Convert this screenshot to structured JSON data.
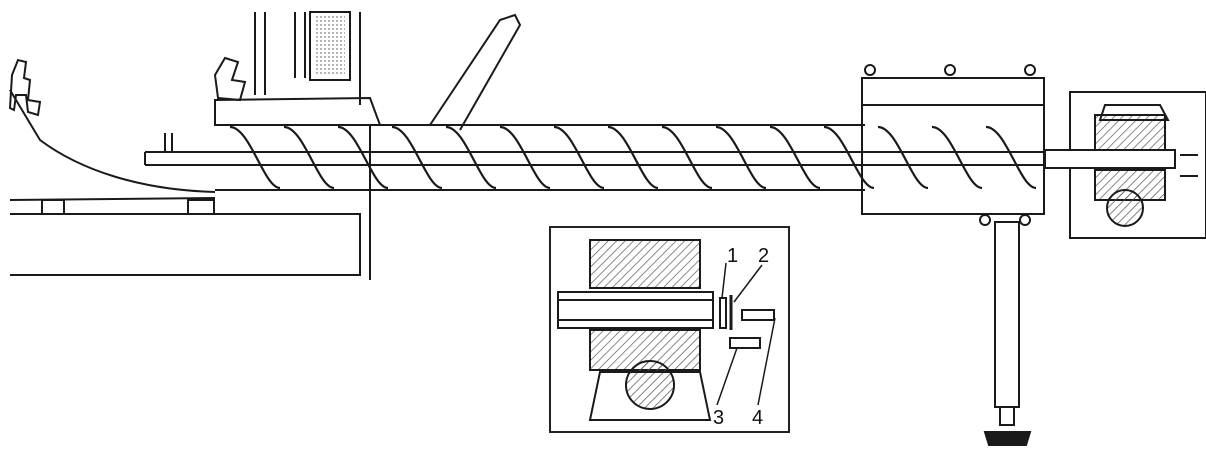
{
  "diagram": {
    "callouts": [
      {
        "id": "1",
        "text": "1"
      },
      {
        "id": "2",
        "text": "2"
      },
      {
        "id": "3",
        "text": "3"
      },
      {
        "id": "4",
        "text": "4"
      }
    ],
    "colors": {
      "line": "#1a1a1a",
      "hatch": "#555555",
      "inset_frame": "#222222",
      "background": "#ffffff"
    }
  }
}
